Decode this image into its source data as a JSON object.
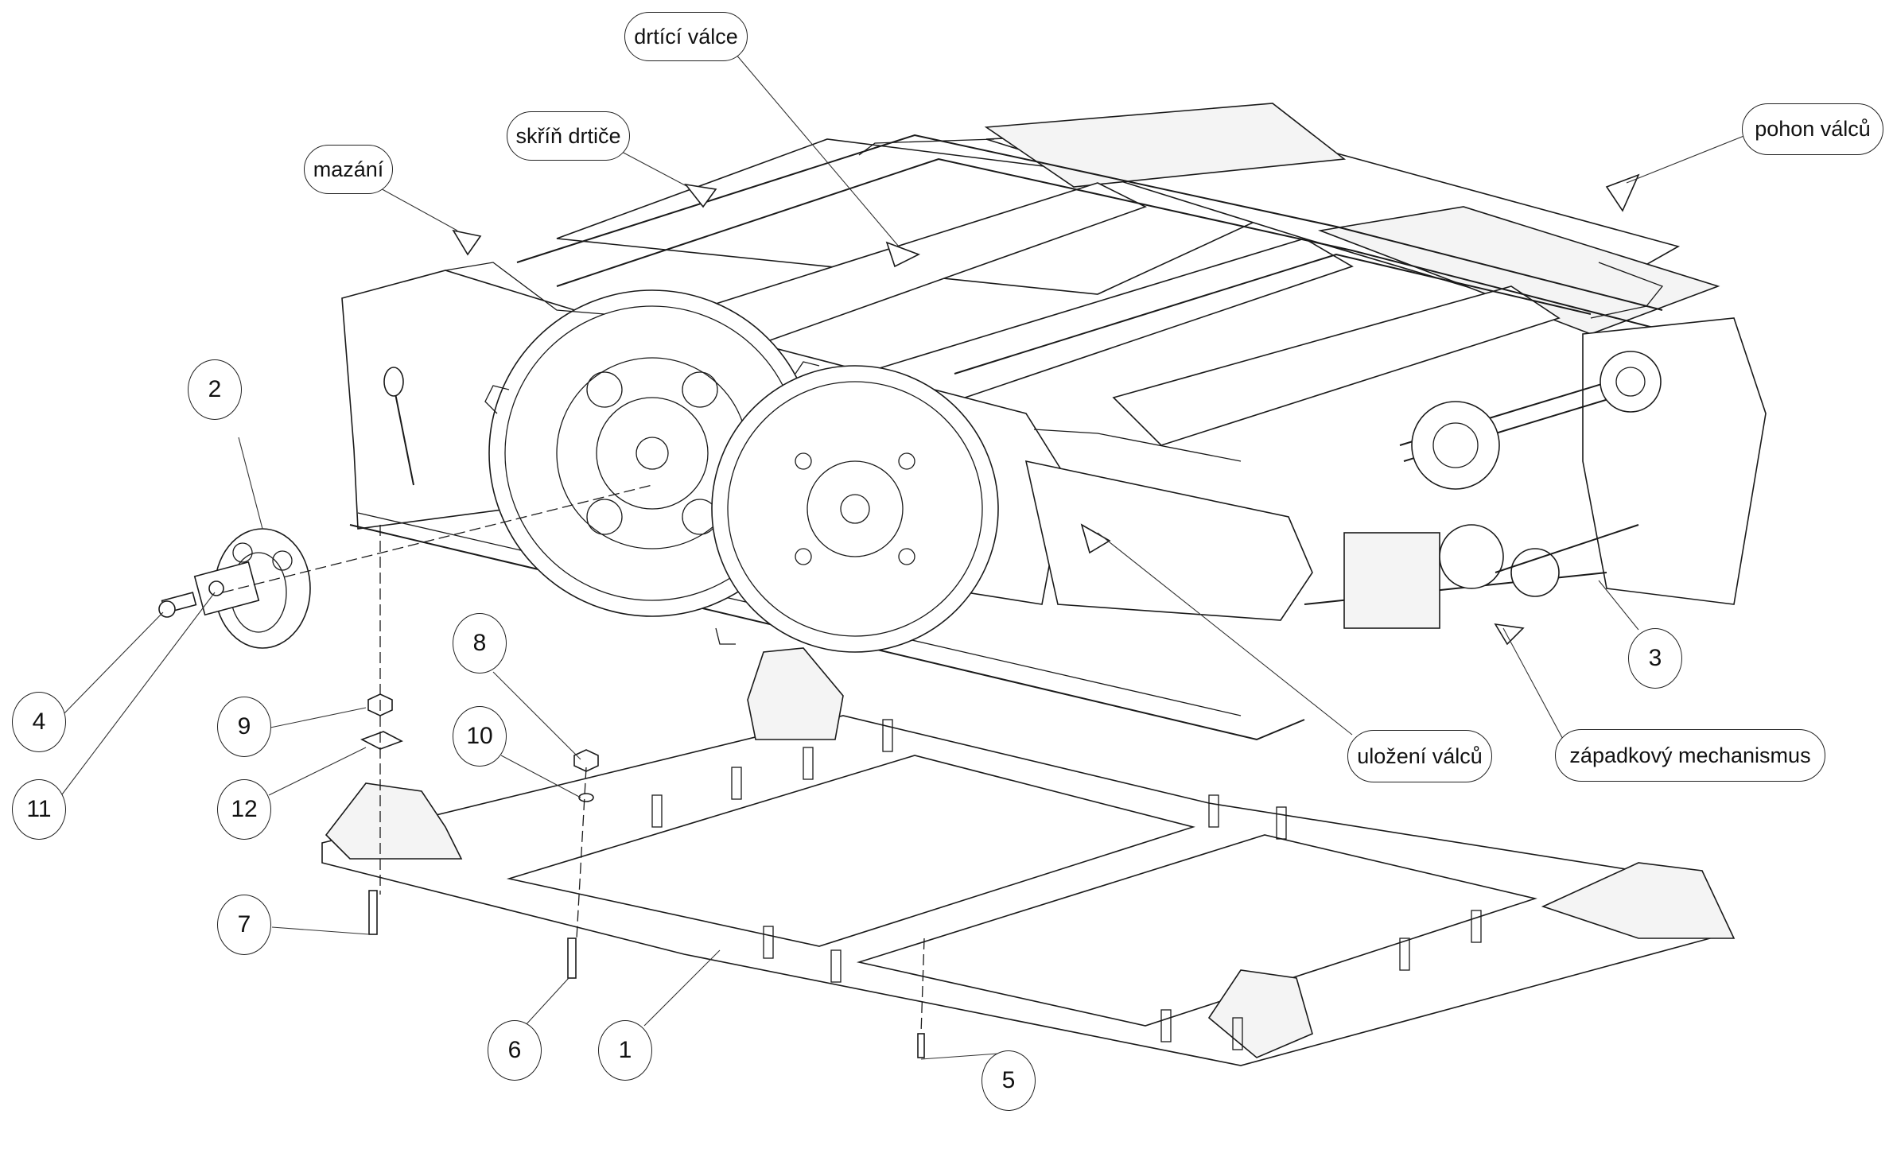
{
  "diagram": {
    "type": "exploded assembly drawing",
    "subject": "roller crusher assembly with base frame",
    "text_callouts": [
      {
        "id": "mazani",
        "text": "mazání"
      },
      {
        "id": "skrin",
        "text": "skříň drtiče"
      },
      {
        "id": "valce",
        "text": "drtící válce"
      },
      {
        "id": "pohon",
        "text": "pohon válců"
      },
      {
        "id": "ulozeni",
        "text": "uložení válců"
      },
      {
        "id": "zapadkovy",
        "text": "západkový mechanismus"
      }
    ],
    "part_numbers": [
      "1",
      "2",
      "3",
      "4",
      "5",
      "6",
      "7",
      "8",
      "9",
      "10",
      "11",
      "12"
    ]
  }
}
